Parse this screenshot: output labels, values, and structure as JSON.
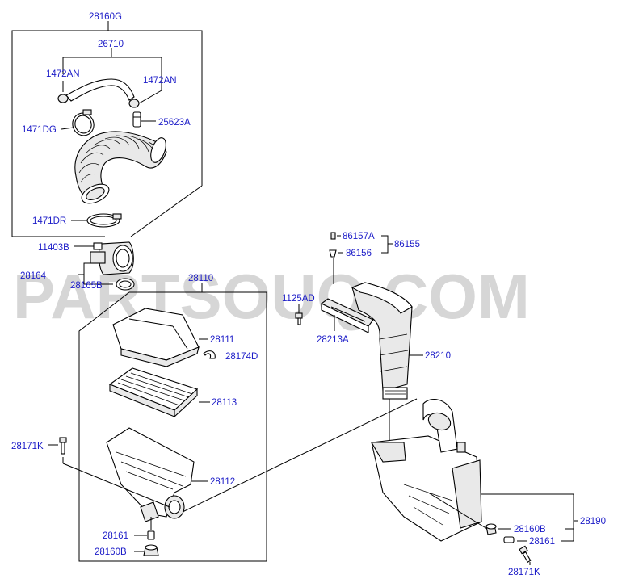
{
  "watermark": "PARTSOUQ.COM",
  "labels": {
    "l28160G": "28160G",
    "l26710": "26710",
    "l1472AN_a": "1472AN",
    "l1472AN_b": "1472AN",
    "l25623A": "25623A",
    "l1471DG": "1471DG",
    "l1471DR": "1471DR",
    "l11403B": "11403B",
    "l28164": "28164",
    "l28165B": "28165B",
    "l28110": "28110",
    "l28111": "28111",
    "l28174D": "28174D",
    "l28113": "28113",
    "l28171K_a": "28171K",
    "l28112": "28112",
    "l28161_a": "28161",
    "l28160B_a": "28160B",
    "l86157A": "86157A",
    "l86155": "86155",
    "l86156": "86156",
    "l1125AD": "1125AD",
    "l28213A": "28213A",
    "l28210": "28210",
    "l28190": "28190",
    "l28160B_b": "28160B",
    "l28161_b": "28161",
    "l28171K_b": "28171K"
  }
}
